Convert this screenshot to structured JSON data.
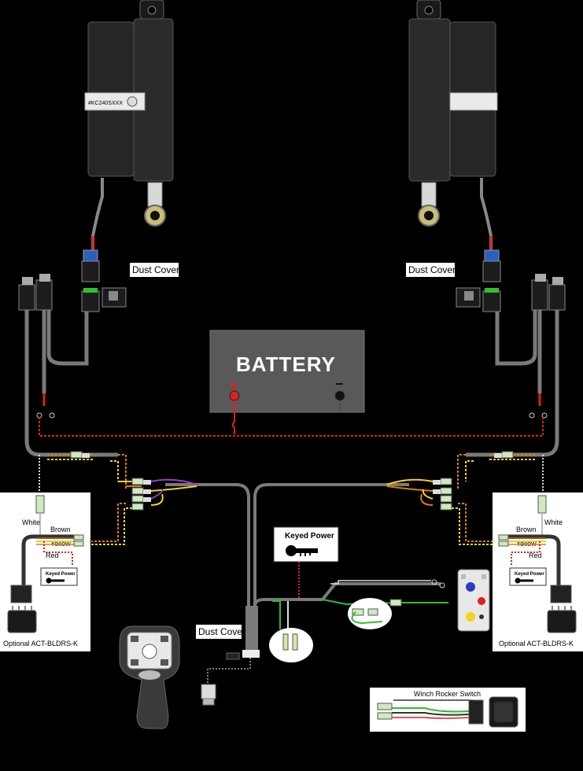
{
  "labels": {
    "dust_cover_left": "Dust Cover",
    "dust_cover_right": "Dust Cover",
    "dust_cover_bottom": "Dust Cover",
    "battery": "BATTERY",
    "battery_positive": "+",
    "battery_negative": "−",
    "keyed_power": "Keyed Power",
    "keyed_power_small_left": "Keyed Power",
    "keyed_power_small_right": "Keyed Power",
    "actuator_part_number": "#KC240SXXX",
    "optional_left": "Optional ACT-BLDRS-K",
    "optional_right": "Optional ACT-BLDRS-K",
    "winch_rocker_switch": "Winch Rocker Switch"
  },
  "wire_labels_left": {
    "white": "White",
    "brown": "Brown",
    "yellow": "Yellow",
    "red": "Red"
  },
  "wire_labels_right": {
    "white": "White",
    "brown": "Brown",
    "yellow": "Yellow",
    "red": "Red"
  },
  "colors": {
    "background": "#000000",
    "battery_body": "#595959",
    "red_wire": "#e0201a",
    "orange_wire": "#e07a10",
    "yellow_wire": "#f5d31a",
    "purple_wire": "#9b3fd0",
    "green_wire": "#2fbf2f",
    "harness": "#7a7a7a",
    "panel_bg": "#ffffff",
    "connector_blue": "#2a5fbf"
  },
  "icons": [
    "key-icon",
    "actuator-icon",
    "rocker-switch-icon",
    "handheld-remote-icon",
    "solenoid-icon",
    "ring-terminal-icon"
  ]
}
